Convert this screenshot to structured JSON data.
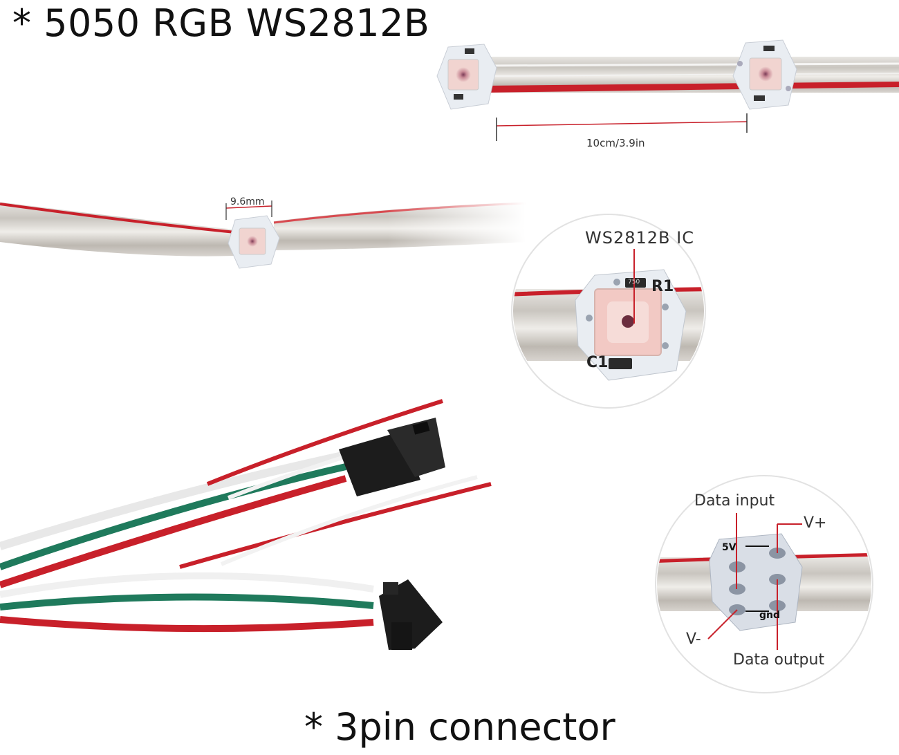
{
  "header": {
    "title": "* 5050 RGB WS2812B"
  },
  "spacing_label": "10cm/3.9in",
  "size_label": "9.6mm",
  "ic_callout": {
    "label": "WS2812B IC",
    "r1": "R1",
    "c1": "C1",
    "res_code": "750"
  },
  "pinout_callout": {
    "data_input": "Data input",
    "v_plus": "V+",
    "v_minus": "V-",
    "data_output": "Data output",
    "pad_5v": "5V",
    "pad_gnd": "gnd"
  },
  "footer": {
    "title": "* 3pin connector"
  },
  "colors": {
    "wire_red": "#c8202a",
    "wire_green": "#1f7a5c",
    "wire_white": "#f0f0f0",
    "cable_clear": "#d9d6d0",
    "pcb_white": "#e9edf2",
    "connector_black": "#1c1c1c"
  }
}
